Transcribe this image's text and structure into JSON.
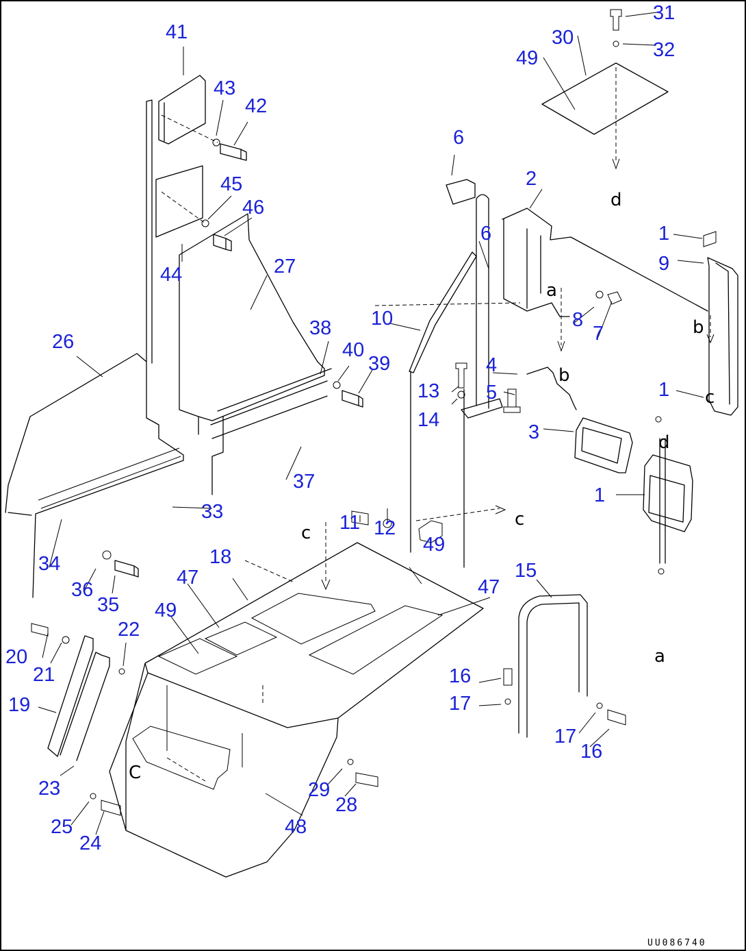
{
  "drawing_code": "UU086740",
  "callouts": [
    "1",
    "1",
    "1",
    "2",
    "3",
    "4",
    "5",
    "6",
    "6",
    "7",
    "8",
    "9",
    "10",
    "11",
    "12",
    "13",
    "14",
    "15",
    "16",
    "16",
    "17",
    "17",
    "18",
    "19",
    "20",
    "21",
    "22",
    "23",
    "24",
    "25",
    "26",
    "27",
    "28",
    "29",
    "30",
    "31",
    "32",
    "33",
    "34",
    "35",
    "36",
    "37",
    "38",
    "39",
    "40",
    "41",
    "42",
    "43",
    "44",
    "45",
    "46",
    "47",
    "47",
    "48",
    "49",
    "49",
    "49",
    "49"
  ],
  "view_refs": [
    "a",
    "a",
    "b",
    "b",
    "c",
    "c",
    "c",
    "C",
    "d",
    "d"
  ]
}
